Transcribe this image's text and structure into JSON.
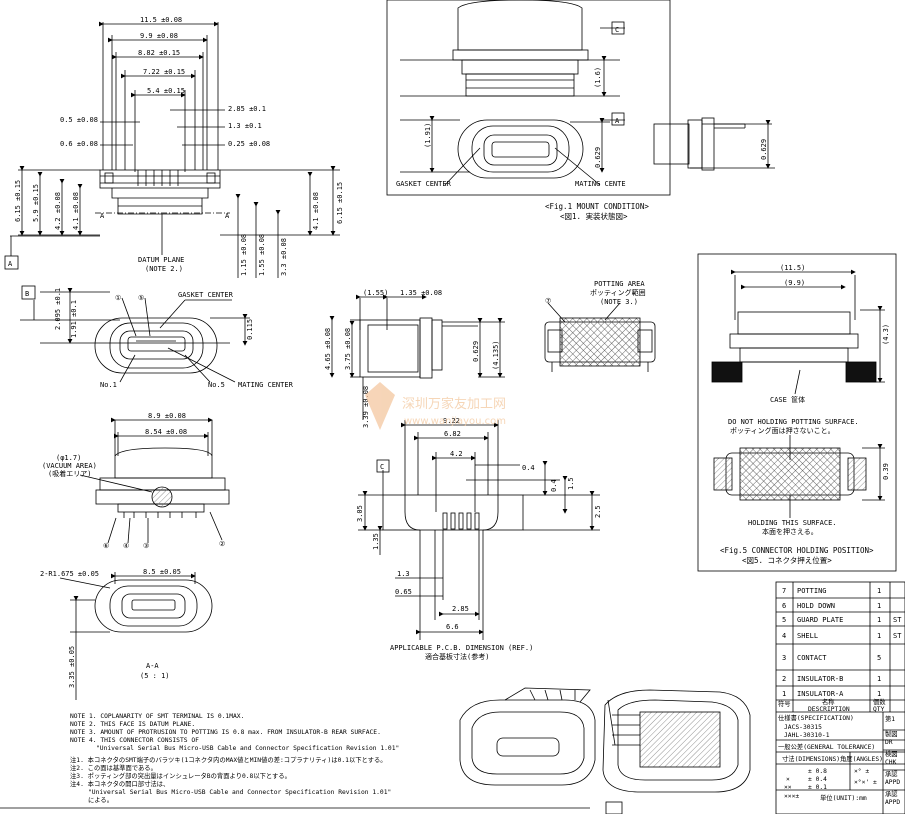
{
  "colors": {
    "line": "#000000",
    "hatch": "#555555",
    "watermark": "#f2c39a",
    "hold": "#111111"
  },
  "dims_top": [
    "11.5 ±0.08",
    "9.9 ±0.08",
    "8.82 ±0.15",
    "7.22 ±0.15",
    "5.4 ±0.15",
    "2.85 ±0.1",
    "1.3 ±0.1",
    "0.5 ±0.08",
    "0.25 ±0.08",
    "0.6 ±0.08"
  ],
  "dims_top_vert": [
    "6.15 ±0.15",
    "5.9 ±0.15",
    "4.2 ±0.08",
    "4.1 ±0.08",
    "1.15 ±0.08",
    "1.55 ±0.08",
    "3.3 ±0.08",
    "4.1 ±0.08",
    "6.15 ±0.15"
  ],
  "section_marks": [
    "A",
    "A",
    "A",
    "B",
    "C",
    "C",
    "C"
  ],
  "labels": {
    "datum_plane": "DATUM PLANE",
    "note2": "(NOTE 2.)",
    "gasket_center": "GASKET CENTER",
    "mating_center": "MATING CENTER",
    "no1": "No.1",
    "no5": "No.5",
    "mating_cente": "MATING CENTE",
    "gasket_center2": "GASKET CENTER",
    "potting_area": "POTTING AREA",
    "potting_area_jp": "ポッティング範囲",
    "note3": "(NOTE 3.)",
    "vacuum1": "(φ1.7)",
    "vacuum2": "(VACUUM AREA)",
    "vacuum3": "(吸着エリア)",
    "case": "CASE 筐体",
    "do_not1": "DO NOT HOLDING POTTING SURFACE.",
    "do_not2": "ポッティング面は押さないこと。",
    "holding1": "HOLDING THIS SURFACE.",
    "holding2": "本面を押さえる。",
    "pcb1": "APPLICABLE P.C.B. DIMENSION (REF.)",
    "pcb2": "適合基板寸法(参考)",
    "aa1": "A-A",
    "aa2": "(5 : 1)"
  },
  "dims_misc": {
    "g19": "(1.91)",
    "g0629": "0.629",
    "g1b": "(1.6)",
    "g0629b": "0.629",
    "b2095": "2.095 ±0.1",
    "b191": "1.91 ±0.1",
    "b0115": "0.115",
    "s155": "(1.55)",
    "s135": "1.35 ±0.08",
    "s465": "4.65 ±0.08",
    "s375": "3.75 ±0.08",
    "s0629": "0.629",
    "s4135": "(4.135)",
    "p922": "9.22",
    "p682": "6.82",
    "p42": "4.2",
    "p04": "0.4",
    "p04b": "0.4",
    "p15": "1.5",
    "p25": "2.5",
    "p305": "3.05",
    "p135": "1.35",
    "p13": "1.3",
    "p065": "0.65",
    "p285": "2.85",
    "p66": "6.6",
    "p3": "3.39 ±0.08",
    "h89": "8.9 ±0.08",
    "h854": "8.54 ±0.08",
    "r2": "2-R1.675 ±0.05",
    "h85": "8.5 ±0.05",
    "h335": "3.35 ±0.05",
    "f115": "(11.5)",
    "f99": "(9.9)",
    "f43": "(4.3)",
    "f039": "0.39"
  },
  "circled": [
    "①",
    "⑤",
    "⑦",
    "⑥",
    "④",
    "③",
    "②"
  ],
  "captions": {
    "fig1": "<Fig.1 MOUNT CONDITION>",
    "fig1_jp": "<図1. 実装状態図>",
    "fig5": "<Fig.5 CONNECTOR HOLDING POSITION>",
    "fig5_jp": "<図5. コネクタ押え位置>"
  },
  "notes": [
    "NOTE 1. COPLANARITY OF SMT TERMINAL IS 0.1MAX.",
    "NOTE 2. THIS FACE IS DATUM PLANE.",
    "NOTE 3. AMOUNT OF PROTRUSION TO POTTING IS 0.8 max. FROM INSULATOR-B REAR SURFACE.",
    "NOTE 4. THIS CONNECTOR CONSISTS OF",
    "\"Universal Serial Bus Micro-USB Cable and Connector Specification Revision 1.01\"",
    "注1. 本コネクタのSMT端子のバラツキ(1コネクタ内のMAX値とMIN値の差:コプラナリティ)は0.1以下とする。",
    "注2. この面は基準面である。",
    "注3. ポッティング部の突出量はインシュレータBの背面より0.8以下とする。",
    "注4. 本コネクタの開口部寸法は、",
    "\"Universal Serial Bus Micro-USB Cable and Connector Specification Revision 1.01\"",
    "による。"
  ],
  "watermark": {
    "cn": "深圳万家友加工网",
    "url": "www.wanjiayou.com"
  },
  "bom": [
    {
      "no": "7",
      "name": "POTTING",
      "qty": "1"
    },
    {
      "no": "6",
      "name": "HOLD DOWN",
      "qty": "1"
    },
    {
      "no": "5",
      "name": "GUARD PLATE",
      "qty": "1",
      "mat": "ST"
    },
    {
      "no": "4",
      "name": "SHELL",
      "qty": "1",
      "mat": "ST"
    },
    {
      "no": "3",
      "name": "CONTACT",
      "qty": "5"
    },
    {
      "no": "2",
      "name": "INSULATOR-B",
      "qty": "1"
    },
    {
      "no": "1",
      "name": "INSULATOR-A",
      "qty": "1"
    }
  ],
  "bom_header": {
    "no": "符号",
    "name_jp": "名称",
    "name": "DESCRIPTION",
    "qty_jp": "個数",
    "qty": "QTY"
  },
  "title_block": {
    "spec_label": "仕様書(SPECIFICATION)",
    "spec1": "JACS-30315",
    "spec2": "JAHL-30310-1",
    "tol_label": "一般公差(GENERAL TOLERANCE)",
    "dim_label": "寸法(DIMENSIONS)",
    "ang_label": "角度(ANGLES)",
    "t1": "± 0.8",
    "t2": "± 0.4",
    "t3": "± 0.1",
    "t4": "×××±",
    "x1": "×",
    "x2": "××",
    "a1": "×° ±",
    "a2": "×°×' ±",
    "unit": "単位(UNIT):mm",
    "r1": "第1",
    "r2": "製図",
    "r3": "DR",
    "r4": "検図",
    "r5": "CHK",
    "r6": "承認",
    "r7": "APPD",
    "r8": "承認",
    "r9": "APPD"
  }
}
